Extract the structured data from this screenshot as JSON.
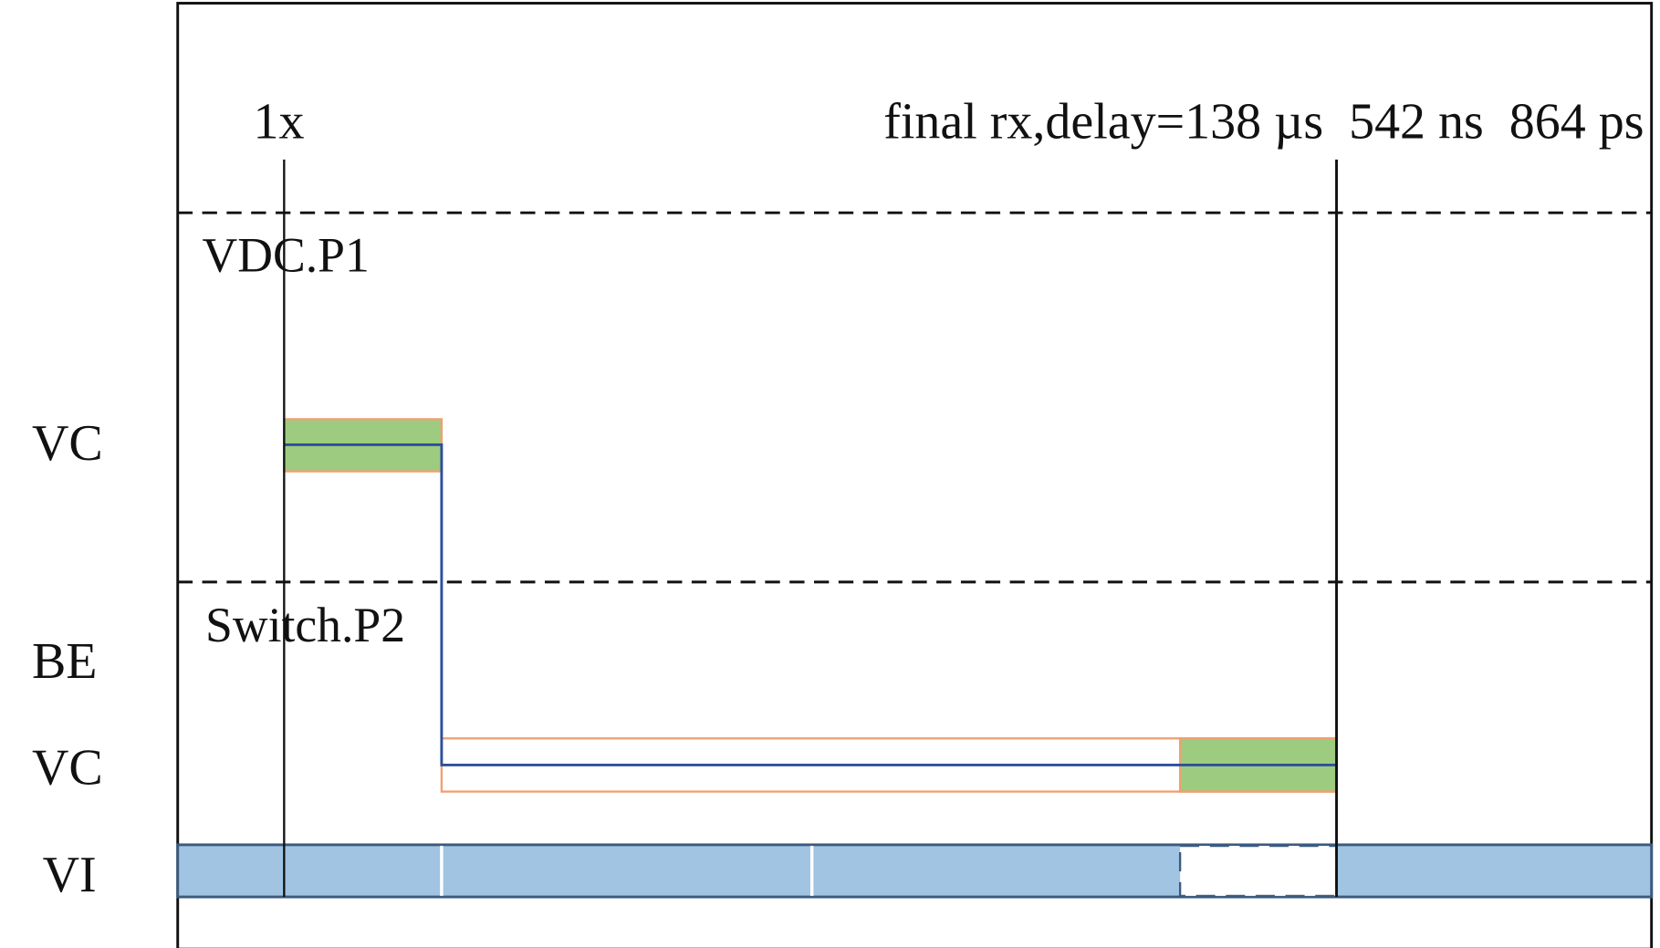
{
  "markers": {
    "start_label": "1x",
    "final_label": "final rx,delay=138 µs  542 ns  864 ps"
  },
  "sections": {
    "top": "VDC.P1",
    "bottom": "Switch.P2"
  },
  "row_labels": [
    "VC",
    "BE",
    "VC",
    "VI"
  ],
  "colors": {
    "active_fill": "#9dcb7f",
    "box_outline": "#f0a070",
    "signal_line": "#2e4f9a",
    "vi_fill": "#a0c4e2",
    "vi_outline": "#3b5a80"
  }
}
